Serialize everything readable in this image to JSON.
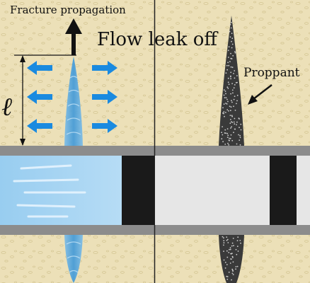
{
  "labels": {
    "fracture_propagation": "Fracture propagation",
    "flow_leak_off": "Flow leak off",
    "proppant": "Proppant",
    "length_symbol": "ℓ"
  },
  "colors": {
    "formation": "#ece0b8",
    "formation_speckle": "#d6c896",
    "casing": "#8c8c8c",
    "fluid_blue": "#8ec6ec",
    "fracture_blue": "#4aa2dd",
    "arrow_blue": "#1a8ae0",
    "proppant_dark": "#3a3a3a",
    "wellbore_gray": "#e6e6e6",
    "plug": "#1a1a1a",
    "text": "#111111"
  },
  "icons": {
    "up_arrow": "arrow-up-icon",
    "leak_arrows": "double-arrow-icon",
    "pointer_arrow": "arrow-pointer-icon"
  }
}
